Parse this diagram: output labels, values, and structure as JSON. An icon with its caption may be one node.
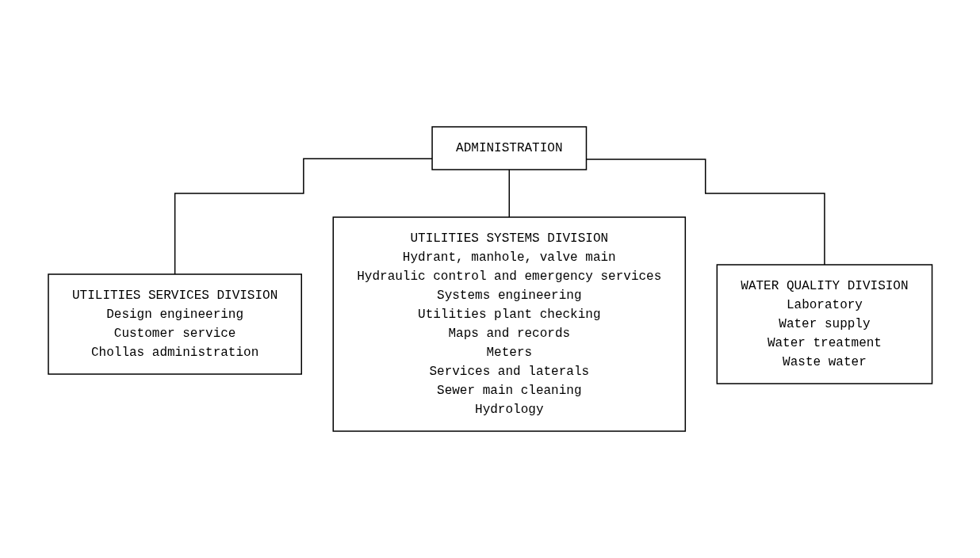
{
  "diagram": {
    "nodes": [
      {
        "text": [
          "ADMINISTRATION"
        ]
      },
      {
        "text": [
          "UTILITIES SERVICES DIVISION",
          "Design engineering",
          "Customer service",
          "Chollas administration"
        ]
      },
      {
        "text": [
          "UTILITIES SYSTEMS DIVISION",
          "Hydrant, manhole, valve main",
          "Hydraulic control and emergency services",
          "Systems engineering",
          "Utilities plant checking",
          "Maps and records",
          "Meters",
          "Services and laterals",
          "Sewer main cleaning",
          "Hydrology"
        ]
      },
      {
        "text": [
          "WATER QUALITY DIVISION",
          "Laboratory",
          "Water supply",
          "Water treatment",
          "Waste water"
        ]
      }
    ],
    "edges": [
      {
        "from": 0,
        "to": 1,
        "arrow": "none"
      },
      {
        "from": 0,
        "to": 2,
        "arrow": "none"
      },
      {
        "from": 0,
        "to": 3,
        "arrow": "none"
      }
    ]
  }
}
